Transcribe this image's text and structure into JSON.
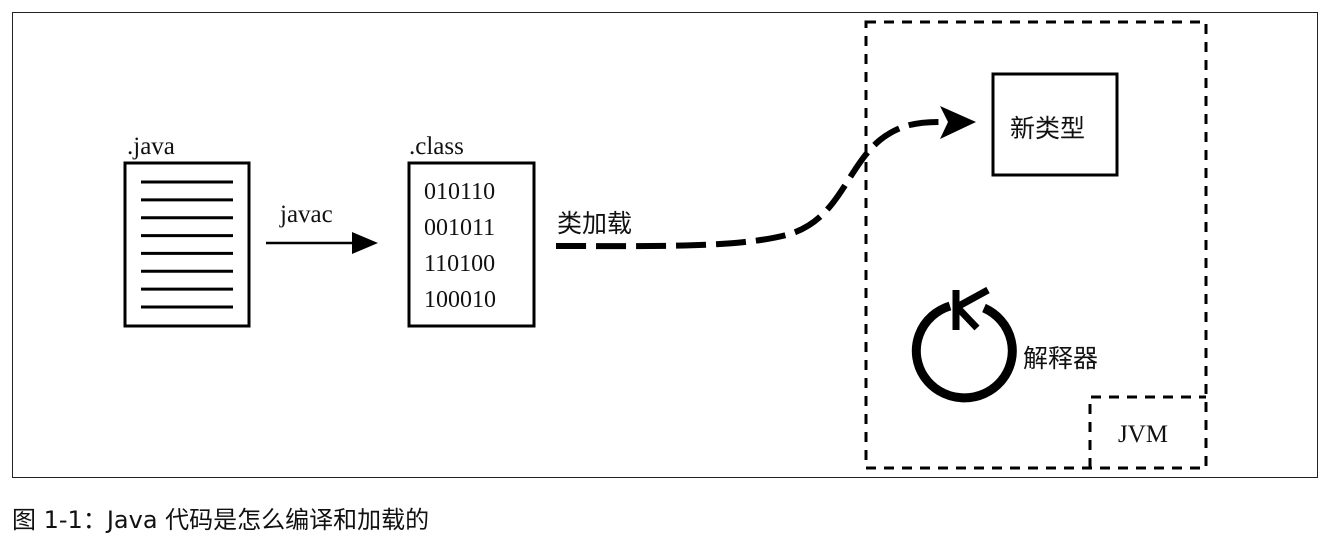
{
  "diagram": {
    "source_file": {
      "label": ".java",
      "line_count": 8
    },
    "compile_arrow": {
      "label": "javac"
    },
    "class_file": {
      "label": ".class",
      "binary": [
        "010110",
        "001011",
        "110100",
        "100010"
      ]
    },
    "class_loading": {
      "label": "类加载"
    },
    "jvm": {
      "new_type": {
        "label": "新类型"
      },
      "interpreter": {
        "label": "解释器"
      },
      "name": "JVM"
    }
  },
  "caption": "图 1-1：Java 代码是怎么编译和加载的"
}
